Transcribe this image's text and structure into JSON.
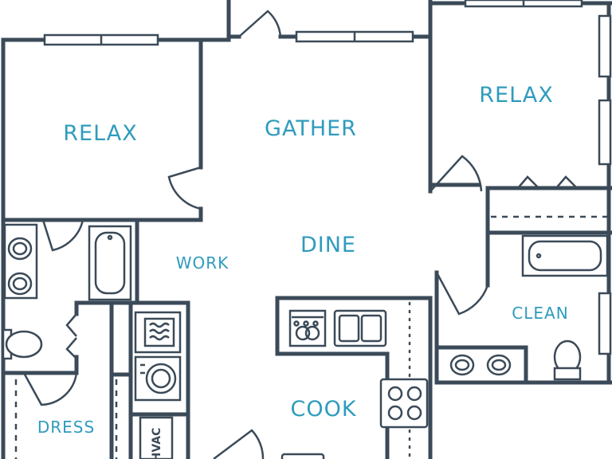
{
  "floorplan": {
    "colors": {
      "wall": "#3b4a58",
      "label": "#2f9bbd",
      "background": "#ffffff"
    },
    "rooms": {
      "relax_left": "RELAX",
      "gather": "GATHER",
      "relax_right": "RELAX",
      "work": "WORK",
      "dine": "DINE",
      "clean": "CLEAN",
      "cook": "COOK",
      "dress": "DRESS",
      "hvac": "HVAC"
    },
    "fixtures": [
      "dishwasher-icon",
      "double-sink-icon",
      "stove-icon",
      "washer-icon",
      "dryer-icon",
      "bathtub-icon",
      "toilet-icon",
      "sink-icon"
    ]
  }
}
